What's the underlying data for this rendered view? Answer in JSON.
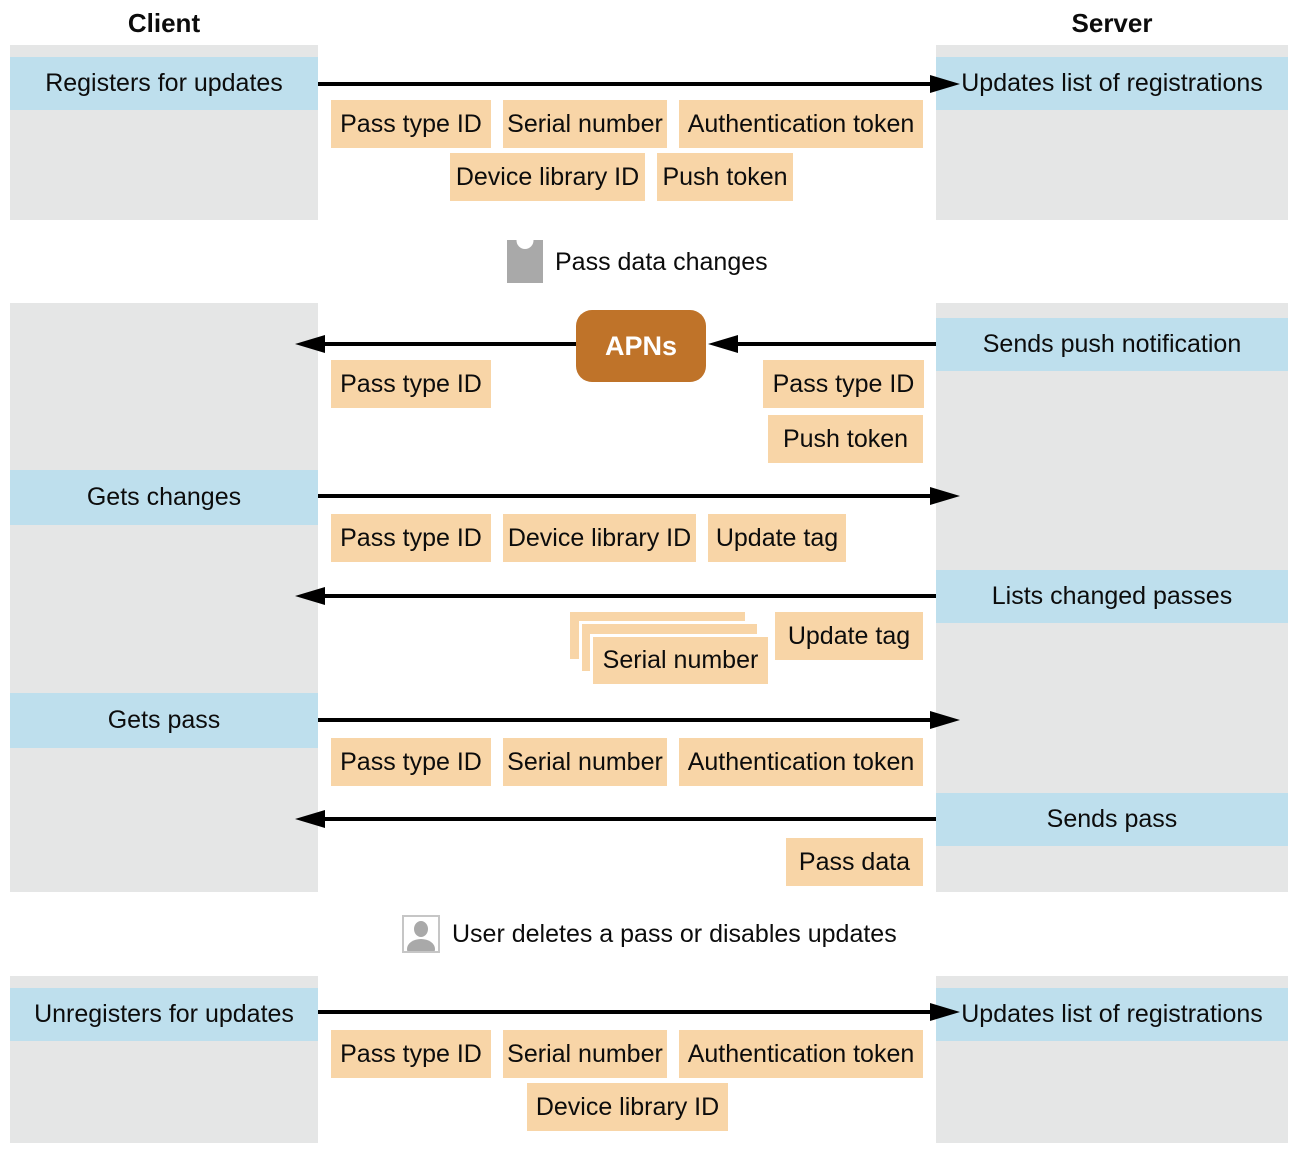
{
  "headers": {
    "client": "Client",
    "server": "Server"
  },
  "client_rows": {
    "registers": "Registers for updates",
    "gets_changes": "Gets changes",
    "gets_pass": "Gets pass",
    "unregisters": "Unregisters for updates"
  },
  "server_rows": {
    "updates_registrations_top": "Updates list of registrations",
    "sends_push": "Sends push notification",
    "lists_changed": "Lists changed passes",
    "sends_pass": "Sends pass",
    "updates_registrations_bottom": "Updates list of registrations"
  },
  "apns": {
    "label": "APNs"
  },
  "notes": {
    "pass_data_changes": "Pass data changes",
    "user_deletes": "User deletes a pass or disables updates"
  },
  "tags": {
    "pass_type_id": "Pass type ID",
    "serial_number": "Serial number",
    "auth_token": "Authentication token",
    "device_library_id": "Device library ID",
    "push_token": "Push token",
    "update_tag": "Update tag",
    "pass_data": "Pass data"
  },
  "colors": {
    "column_gray": "#E5E6E6",
    "row_blue": "#BEDFED",
    "tag_orange": "#F8D5A7",
    "apns_brown": "#BF7329",
    "icon_gray": "#A9A9A9",
    "arrow_black": "#000000"
  }
}
